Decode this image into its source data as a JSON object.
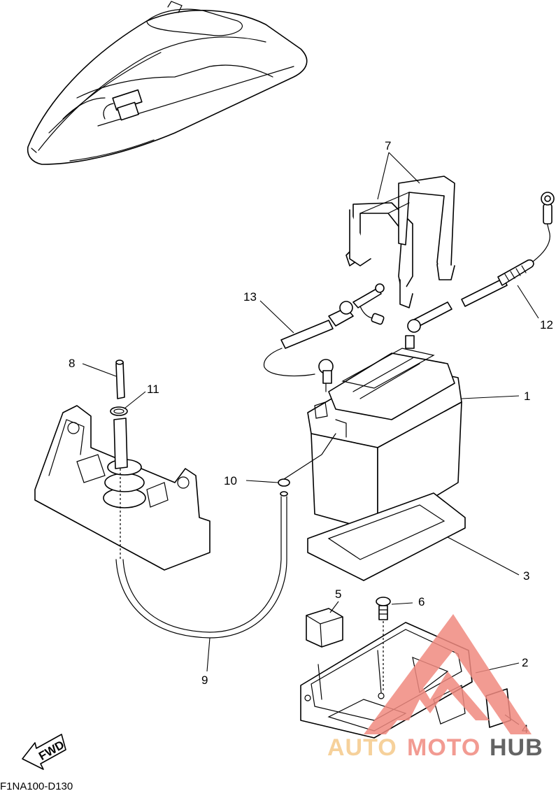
{
  "diagram": {
    "callouts": [
      {
        "id": "1",
        "label": "1"
      },
      {
        "id": "2",
        "label": "2"
      },
      {
        "id": "3",
        "label": "3"
      },
      {
        "id": "4",
        "label": "4"
      },
      {
        "id": "5",
        "label": "5"
      },
      {
        "id": "6",
        "label": "6"
      },
      {
        "id": "7",
        "label": "7"
      },
      {
        "id": "8",
        "label": "8"
      },
      {
        "id": "9",
        "label": "9"
      },
      {
        "id": "10",
        "label": "10"
      },
      {
        "id": "11",
        "label": "11"
      },
      {
        "id": "12",
        "label": "12"
      },
      {
        "id": "13",
        "label": "13"
      }
    ],
    "fwd_label": "FWD",
    "drawing_code": "F1NA100-D130"
  },
  "watermark": {
    "part1": "AUTO",
    "part2": "MOTO",
    "part3": "HUB",
    "color_primary": "#f08a80",
    "color_secondary": "#f5c98a",
    "color_dark": "#4a4a4a"
  }
}
